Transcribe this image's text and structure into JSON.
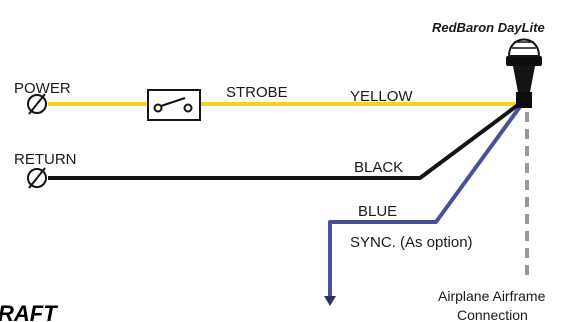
{
  "product_title": "RedBaron DayLite",
  "terminals": {
    "power": "POWER",
    "return": "RETURN"
  },
  "switch_label": "STROBE",
  "wires": {
    "yellow": {
      "label": "YELLOW",
      "color": "#f7d21e"
    },
    "black": {
      "label": "BLACK",
      "color": "#141414"
    },
    "blue": {
      "label": "BLUE",
      "color": "#4a4f9a"
    },
    "ground": {
      "color": "#9a9a9a"
    }
  },
  "sync_note": "SYNC. (As option)",
  "airframe_label_line1": "Airplane Airframe",
  "airframe_label_line2": "Connection",
  "partial_heading": "RAFT"
}
